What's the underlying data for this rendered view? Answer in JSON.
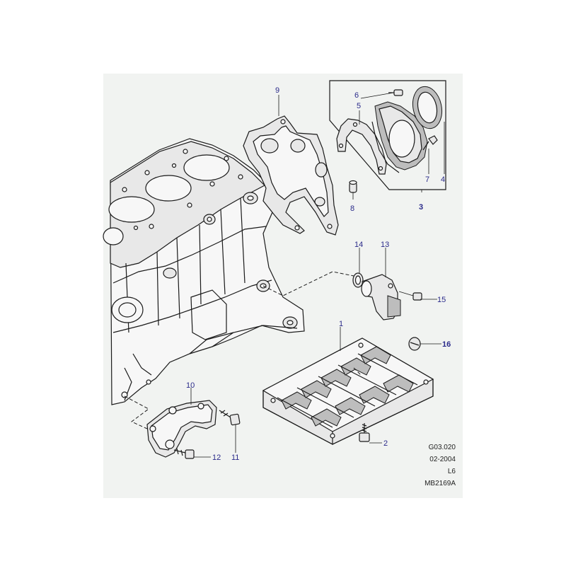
{
  "callouts": {
    "c1": "1",
    "c2": "2",
    "c3": "3",
    "c4": "4",
    "c5": "5",
    "c6": "6",
    "c7": "7",
    "c8": "8",
    "c9": "9",
    "c10": "10",
    "c11": "11",
    "c12": "12",
    "c13": "13",
    "c14": "14",
    "c15": "15",
    "c16": "16"
  },
  "reference": {
    "figure": "G03.020",
    "date": "02-2004",
    "model": "L6",
    "drawing_no": "MB2169A"
  },
  "colors": {
    "panel": "#f1f3f1",
    "line": "#1a1a1a",
    "part_fill": "#e8e8e8",
    "callout": "#2a2a8a"
  }
}
